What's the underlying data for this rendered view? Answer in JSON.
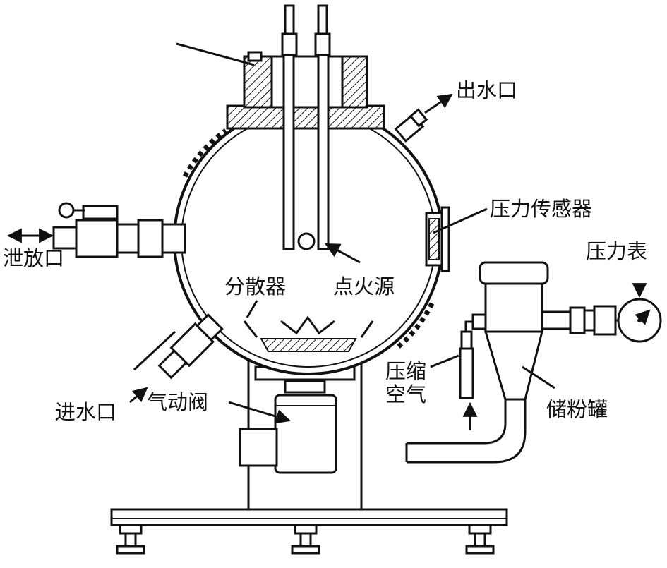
{
  "labels": {
    "water_outlet": "出水口",
    "pressure_sensor": "压力传感器",
    "pressure_gauge": "压力表",
    "vent": "泄放口",
    "dispersor": "分散器",
    "ignition_source": "点火源",
    "compressed_air_line1": "压缩",
    "compressed_air_line2": "空气",
    "powder_tank": "储粉罐",
    "water_inlet": "进水口",
    "pneumatic_valve": "气动阀"
  }
}
